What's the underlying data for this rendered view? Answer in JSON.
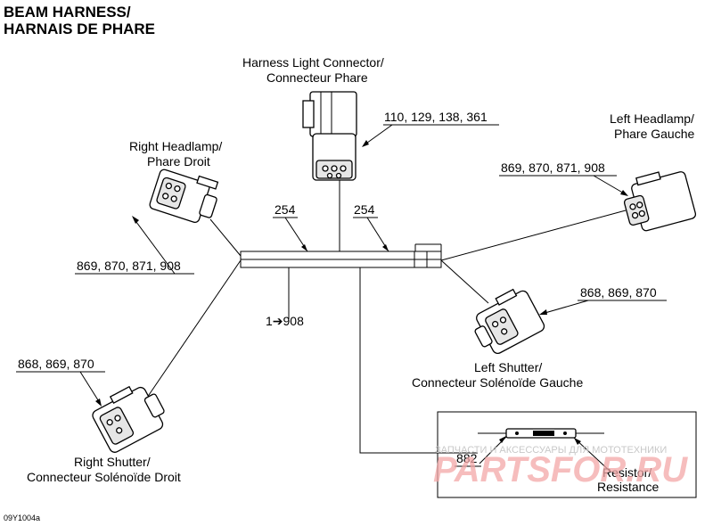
{
  "title": {
    "line1": "BEAM HARNESS/",
    "line2": "HARNAIS DE PHARE"
  },
  "figure_code": "09Y1004a",
  "components": {
    "harness_light_connector": {
      "name_en": "Harness Light Connector/",
      "name_fr": "Connecteur Phare",
      "parts": "110, 129, 138, 361"
    },
    "right_headlamp": {
      "name_en": "Right Headlamp/",
      "name_fr": "Phare Droit",
      "parts": "869, 870, 871, 908"
    },
    "left_headlamp": {
      "name_en": "Left Headlamp/",
      "name_fr": "Phare Gauche",
      "parts": "869, 870, 871, 908"
    },
    "left_shutter": {
      "name_en": "Left Shutter/",
      "name_fr": "Connecteur Solénoïde Gauche",
      "parts": "868, 869, 870"
    },
    "right_shutter": {
      "name_en": "Right Shutter/",
      "name_fr": "Connecteur Solénoïde Droit",
      "parts": "868, 869, 870"
    },
    "resistor": {
      "name_en": "Resistor/",
      "name_fr": "Resistance",
      "part": "882"
    }
  },
  "harness": {
    "label_left": "254",
    "label_right": "254",
    "range": "1➔908"
  },
  "watermark": {
    "caption": "ЗАПЧАСТИ И АКСЕССУАРЫ ДЛЯ МОТОТЕХНИКИ",
    "logo": "PARTSFOR.RU"
  }
}
